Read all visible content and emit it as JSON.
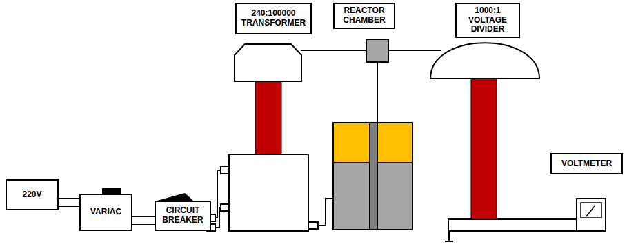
{
  "diagram": {
    "nodes": [
      {
        "text": [
          "240:100000 TRANSFORMER"
        ]
      },
      {
        "text": [
          "REACTOR CHAMBER"
        ]
      },
      {
        "text": [
          "1000:1 VOLTAGE DIVIDER"
        ]
      },
      {
        "text": [
          "VOLTMETER"
        ]
      },
      {
        "text": [
          "220V"
        ]
      },
      {
        "text": [
          "VARIAC"
        ]
      },
      {
        "text": [
          "CIRCUIT BREAKER"
        ]
      }
    ],
    "edges": [
      {
        "from": 4,
        "to": 5,
        "arrow": "none"
      },
      {
        "from": 4,
        "to": 5,
        "arrow": "none"
      },
      {
        "from": 5,
        "to": 6,
        "arrow": "none"
      },
      {
        "from": 5,
        "to": 6,
        "arrow": "none"
      }
    ]
  }
}
